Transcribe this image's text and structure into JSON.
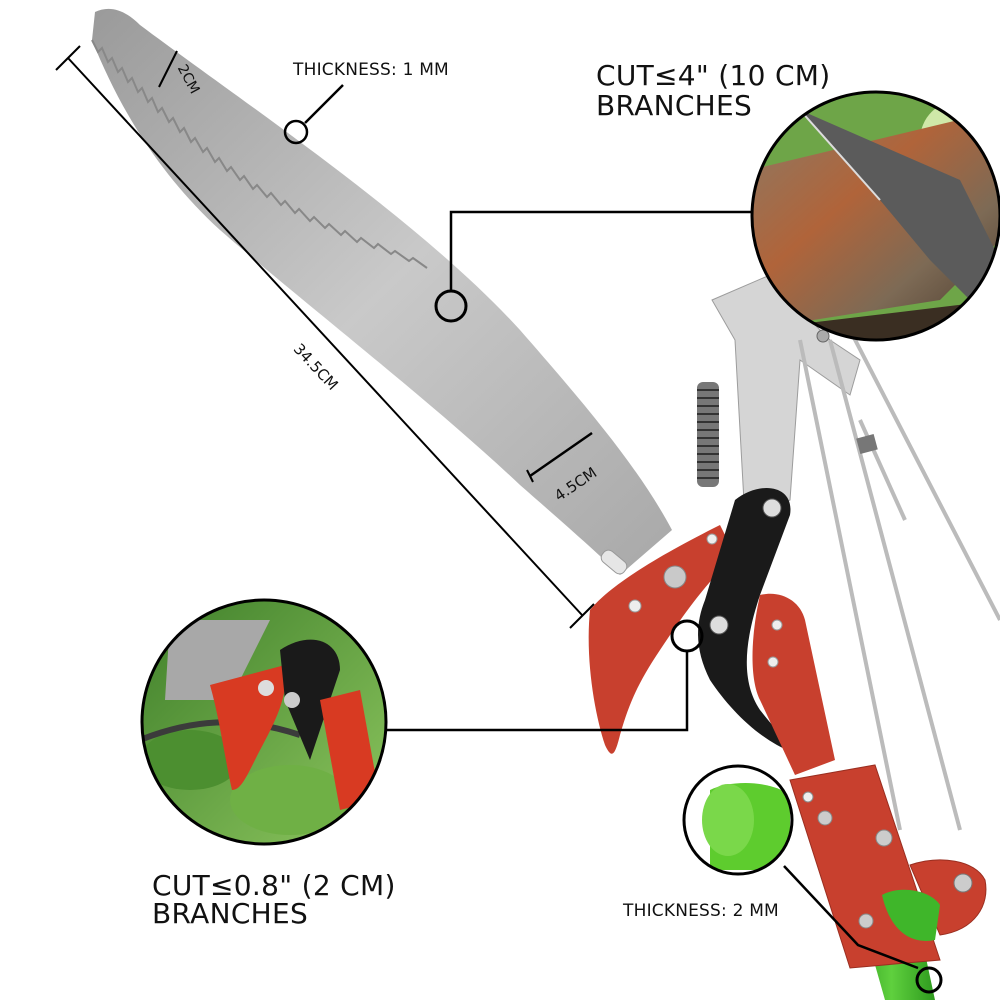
{
  "title": "Pole saw and pruner product infographic",
  "callouts": {
    "blade_thickness": "THICKNESS: 1 MM",
    "saw_capacity_line1": "CUT≤4\" (10 CM)",
    "saw_capacity_line2": "BRANCHES",
    "pruner_capacity_line1": "CUT≤0.8\" (2 CM)",
    "pruner_capacity_line2": "BRANCHES",
    "pole_thickness": "THICKNESS: 2 MM"
  },
  "dimensions": {
    "blade_length": "34.5CM",
    "blade_tip_width": "2CM",
    "blade_base_width": "4.5CM"
  },
  "insets": [
    {
      "name": "saw-cutting-branch",
      "description": "saw blade cutting thick branch"
    },
    {
      "name": "pruner-cutting-twig",
      "description": "red/black bypass pruner cutting twig"
    },
    {
      "name": "pole-cap",
      "description": "green pole end cap"
    }
  ],
  "colors": {
    "handle_red": "#c8402e",
    "blade_black": "#1a1a1a",
    "blade_steel": "#b9b9b9",
    "pole_green": "#3fb62a",
    "outline": "#000000"
  }
}
